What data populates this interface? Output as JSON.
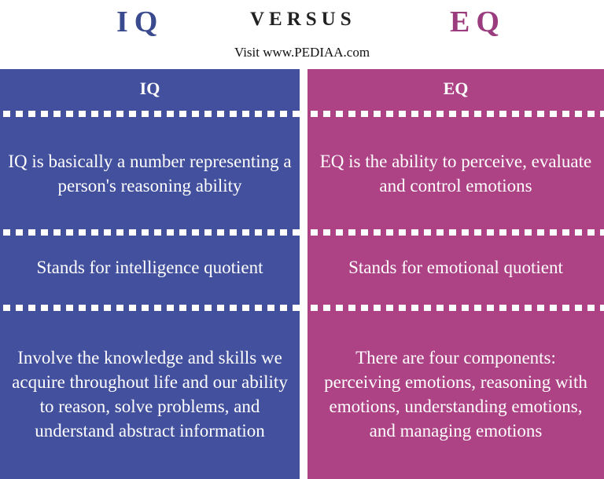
{
  "header": {
    "left_title": "IQ",
    "middle_title": "VERSUS",
    "right_title": "EQ",
    "visit": "Visit www.PEDIAA.com"
  },
  "left": {
    "heading": "IQ",
    "rows": [
      "IQ is basically a number representing a person's reasoning ability",
      "Stands for intelligence quotient",
      "Involve the knowledge and skills we acquire throughout life and our ability to reason, solve problems, and understand abstract information"
    ]
  },
  "right": {
    "heading": "EQ",
    "rows": [
      "EQ is the ability to perceive, evaluate and control emotions",
      "Stands for emotional quotient",
      "There are four components: perceiving emotions, reasoning with emotions, understanding emotions, and managing emotions"
    ]
  },
  "colors": {
    "iq_blue": "#42509d",
    "eq_magenta": "#ad4285"
  }
}
